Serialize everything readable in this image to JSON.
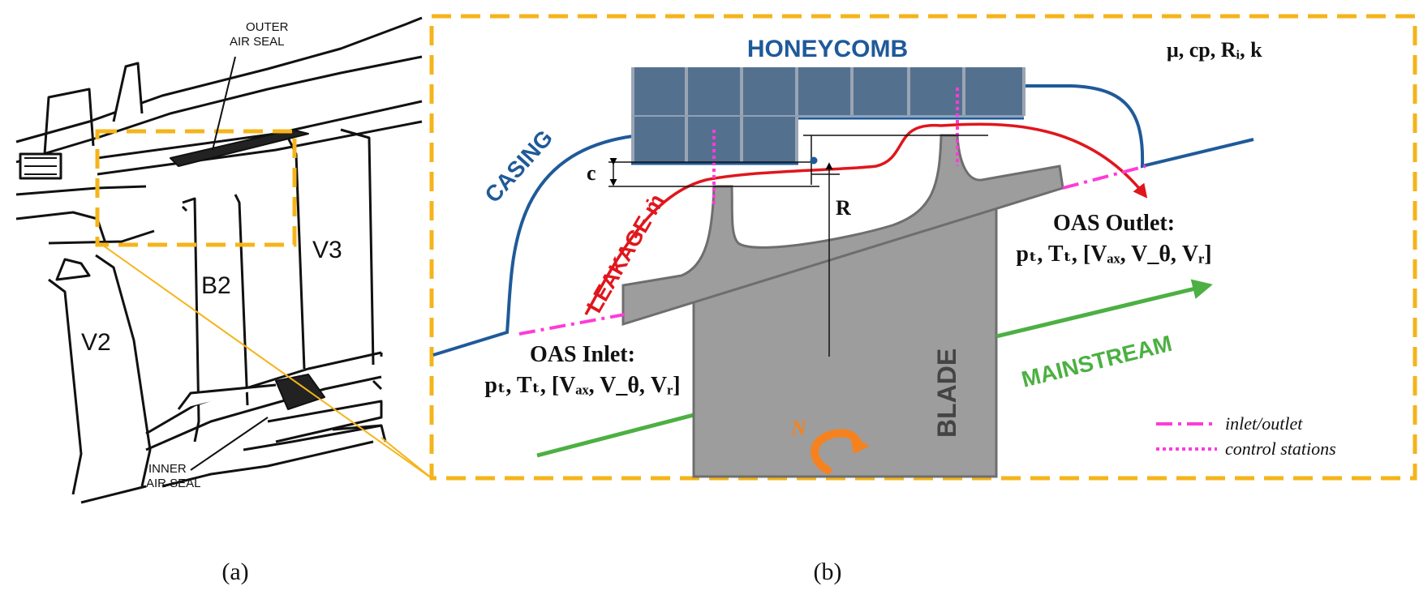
{
  "panel_a": {
    "caption": "(a)",
    "outer_seal_line1": "OUTER",
    "outer_seal_line2": "AIR SEAL",
    "inner_seal_line1": "INNER",
    "inner_seal_line2": "AIR SEAL",
    "vane_v2": "V2",
    "blade_b2": "B2",
    "vane_v3": "V3"
  },
  "panel_b": {
    "caption": "(b)",
    "honeycomb": "HONEYCOMB",
    "fluid_props": "μ, cp, Rᵢ, k",
    "casing": "CASING",
    "clearance": "c",
    "leakage": "LEAKAGE ṁ",
    "radius": "R",
    "blade": "BLADE",
    "rotation": "N",
    "mainstream": "MAINSTREAM",
    "inlet_title": "OAS Inlet:",
    "outlet_title": "OAS Outlet:",
    "state_vars": "pₜ, Tₜ, [Vₐₓ, V_θ, Vᵣ]",
    "legend_inlet_outlet": "inlet/outlet",
    "legend_control": "control stations"
  },
  "colors": {
    "frame": "#f5b41a",
    "casing": "#1f5a99",
    "honeycomb": "#54708f",
    "leakage": "#e0161c",
    "mainstream": "#4cb043",
    "blade": "#9d9d9d",
    "magenta": "#ff3bd8",
    "rotation": "#f5821f"
  }
}
